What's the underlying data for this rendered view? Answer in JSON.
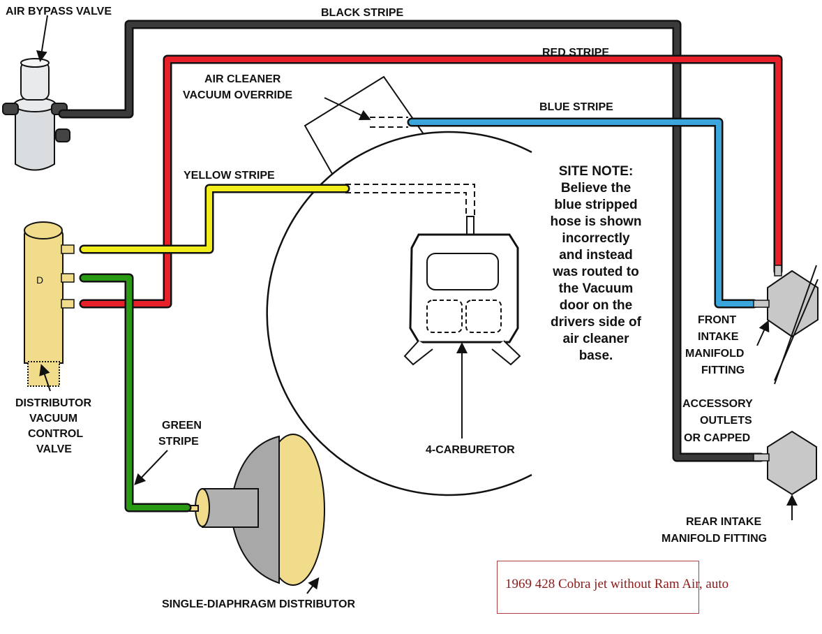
{
  "labels": {
    "air_bypass_valve": "AIR BYPASS VALVE",
    "black_stripe": "BLACK STRIPE",
    "red_stripe": "RED STRIPE",
    "blue_stripe": "BLUE STRIPE",
    "yellow_stripe": "YELLOW STRIPE",
    "air_cleaner_1": "AIR CLEANER",
    "air_cleaner_2": "VACUUM OVERRIDE",
    "dist_valve_1": "DISTRIBUTOR",
    "dist_valve_2": "VACUUM",
    "dist_valve_3": "CONTROL",
    "dist_valve_4": "VALVE",
    "green_stripe_1": "GREEN",
    "green_stripe_2": "STRIPE",
    "carburetor": "4-CARBURETOR",
    "distributor": "SINGLE-DIAPHRAGM DISTRIBUTOR",
    "front_fitting_1": "FRONT",
    "front_fitting_2": "INTAKE",
    "front_fitting_3": "MANIFOLD",
    "front_fitting_4": "FITTING",
    "accessory_1": "ACCESSORY",
    "accessory_2": "OUTLETS",
    "accessory_3": "OR CAPPED",
    "rear_fitting_1": "REAR INTAKE",
    "rear_fitting_2": "MANIFOLD FITTING",
    "valve_letter": "D"
  },
  "site_note": [
    "SITE NOTE:",
    "Believe the",
    "blue stripped",
    "hose is shown",
    "incorrectly",
    "and instead",
    "was routed to",
    "the Vacuum",
    "door on the",
    "drivers side of",
    "air cleaner",
    "base."
  ],
  "caption": "1969 428 Cobra jet without Ram Air, auto",
  "colors": {
    "black_hose": "#3a3a3a",
    "red_hose": "#e8202a",
    "blue_hose": "#3aa6dc",
    "yellow_hose": "#f2ee1e",
    "green_hose": "#2a9a14",
    "valve_body": "#f0dc8a",
    "distributor_ring": "#f0dc8a",
    "fitting": "#c8c8c8",
    "caption_text": "#8b1a1a"
  }
}
